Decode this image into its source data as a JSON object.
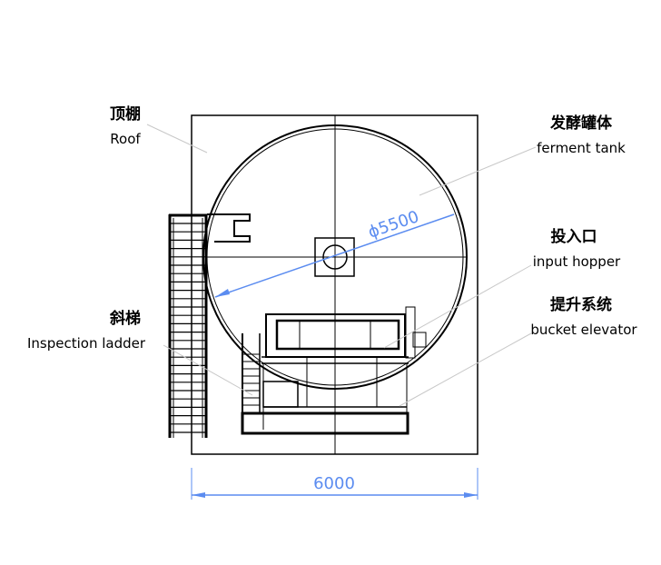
{
  "labels": {
    "roof": {
      "cn": "顶棚",
      "en": "Roof"
    },
    "tank": {
      "cn": "发酵罐体",
      "en": "ferment tank"
    },
    "hopper": {
      "cn": "投入口",
      "en": "input hopper"
    },
    "elevator": {
      "cn": "提升系统",
      "en": "bucket elevator"
    },
    "ladder": {
      "cn": "斜梯",
      "en": "Inspection ladder"
    }
  },
  "dimensions": {
    "diameter": "ϕ5500",
    "width": "6000"
  },
  "colors": {
    "dimension": "#5b8cf0",
    "leader": "#c8c8c8"
  }
}
